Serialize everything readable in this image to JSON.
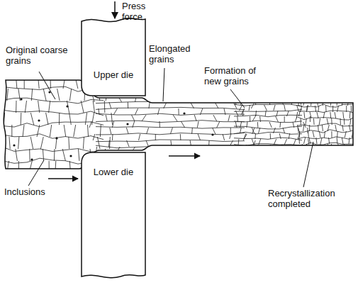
{
  "diagram": {
    "nodes": [
      {
        "text": [
          "Upper die"
        ]
      },
      {
        "text": [
          "Lower die"
        ]
      }
    ],
    "labels": [
      "Press force",
      "Original coarse grains",
      "Inclusions",
      "Elongated grains",
      "Formation of new grains",
      "Recrystallization completed"
    ]
  }
}
